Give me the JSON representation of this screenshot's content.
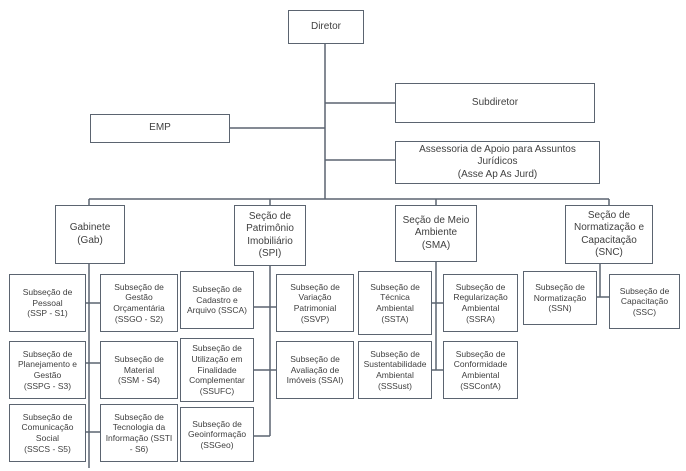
{
  "org": {
    "diretor": "Diretor",
    "subdiretor": "Subdiretor",
    "emp": "EMP",
    "assessoria": {
      "line1": "Assessoria de Apoio para Assuntos Jurídicos",
      "line2": "(Asse Ap As Jurd)"
    },
    "gabinete": {
      "line1": "Gabinete",
      "line2": "(Gab)"
    },
    "spi": {
      "line1": "Seção de",
      "line2": "Patrimônio",
      "line3": "Imobiliário",
      "line4": "(SPI)"
    },
    "sma": {
      "line1": "Seção de Meio",
      "line2": "Ambiente",
      "line3": "(SMA)"
    },
    "snc": {
      "line1": "Seção de",
      "line2": "Normatização e",
      "line3": "Capacitação",
      "line4": "(SNC)"
    },
    "ssp": {
      "line1": "Subseção de",
      "line2": "Pessoal",
      "line3": "(SSP - S1)"
    },
    "ssgo": {
      "line1": "Subseção de",
      "line2": "Gestão",
      "line3": "Orçamentária",
      "line4": "(SSGO - S2)"
    },
    "sspg": {
      "line1": "Subseção de",
      "line2": "Planejamento e",
      "line3": "Gestão",
      "line4": "(SSPG - S3)"
    },
    "ssm": {
      "line1": "Subseção de",
      "line2": "Material",
      "line3": "(SSM - S4)"
    },
    "sscs": {
      "line1": "Subseção de",
      "line2": "Comunicação",
      "line3": "Social",
      "line4": "(SSCS - S5)"
    },
    "ssti": {
      "line1": "Subseção de",
      "line2": "Tecnologia da",
      "line3": "Informação (SSTI",
      "line4": "- S6)"
    },
    "ssca": {
      "line1": "Subseção de",
      "line2": "Cadastro e",
      "line3": "Arquivo (SSCA)"
    },
    "ssvp": {
      "line1": "Subseção de",
      "line2": "Variação",
      "line3": "Patrimonial",
      "line4": "(SSVP)"
    },
    "ssufc": {
      "line1": "Subseção de",
      "line2": "Utilização em",
      "line3": "Finalidade",
      "line4": "Complementar",
      "line5": "(SSUFC)"
    },
    "ssai": {
      "line1": "Subseção de",
      "line2": "Avaliação de",
      "line3": "Imóveis (SSAI)"
    },
    "ssgeo": {
      "line1": "Subseção de",
      "line2": "Geoinformação",
      "line3": "(SSGeo)"
    },
    "ssta": {
      "line1": "Subseção de",
      "line2": "Técnica",
      "line3": "Ambiental (SSTA)"
    },
    "ssra": {
      "line1": "Subseção de",
      "line2": "Regularização",
      "line3": "Ambiental",
      "line4": "(SSRA)"
    },
    "sssust": {
      "line1": "Subseção de",
      "line2": "Sustentabilidade",
      "line3": "Ambiental",
      "line4": "(SSSust)"
    },
    "ssconfa": {
      "line1": "Subseção de",
      "line2": "Conformidade",
      "line3": "Ambiental",
      "line4": "(SSConfA)"
    },
    "ssn": {
      "line1": "Subseção de",
      "line2": "Normatização",
      "line3": "(SSN)"
    },
    "ssc": {
      "line1": "Subseção de",
      "line2": "Capacitação",
      "line3": "(SSC)"
    }
  }
}
